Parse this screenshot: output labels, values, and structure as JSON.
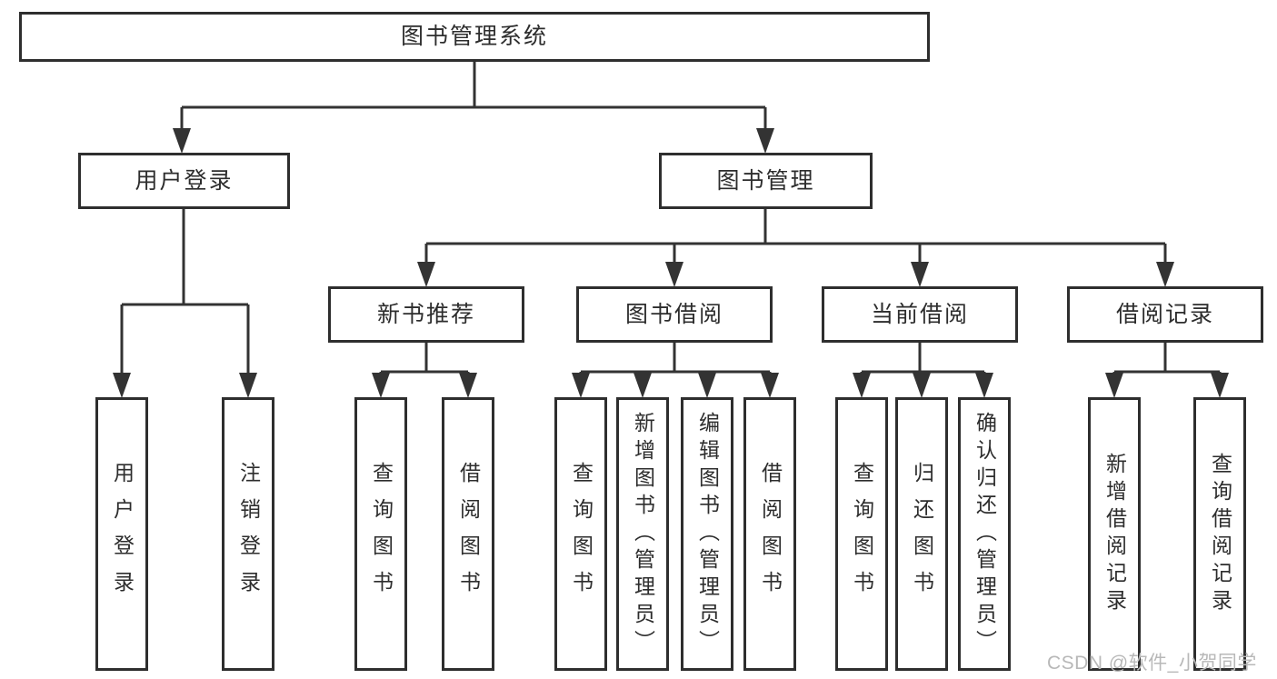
{
  "diagram": {
    "type": "hierarchy-tree",
    "title": "图书管理系统"
  },
  "tree": {
    "label": "图书管理系统",
    "children": [
      {
        "label": "用户登录",
        "children": [
          {
            "label": "用户登录"
          },
          {
            "label": "注销登录"
          }
        ]
      },
      {
        "label": "图书管理",
        "children": [
          {
            "label": "新书推荐",
            "children": [
              {
                "label": "查询图书"
              },
              {
                "label": "借阅图书"
              }
            ]
          },
          {
            "label": "图书借阅",
            "children": [
              {
                "label": "查询图书"
              },
              {
                "label": "新增图书（管理员）"
              },
              {
                "label": "编辑图书（管理员）"
              },
              {
                "label": "借阅图书"
              }
            ]
          },
          {
            "label": "当前借阅",
            "children": [
              {
                "label": "查询图书"
              },
              {
                "label": "归还图书"
              },
              {
                "label": "确认归还（管理员）"
              }
            ]
          },
          {
            "label": "借阅记录",
            "children": [
              {
                "label": "新增借阅记录"
              },
              {
                "label": "查询借阅记录"
              }
            ]
          }
        ]
      }
    ]
  },
  "watermark": {
    "text": "CSDN @软件_小贺同学",
    "color": "#b8b8b8"
  },
  "colors": {
    "line": "#333333",
    "box_border": "#2e2e2e",
    "box_fill": "#ffffff",
    "text": "#2d2d2d",
    "background": "#ffffff"
  }
}
